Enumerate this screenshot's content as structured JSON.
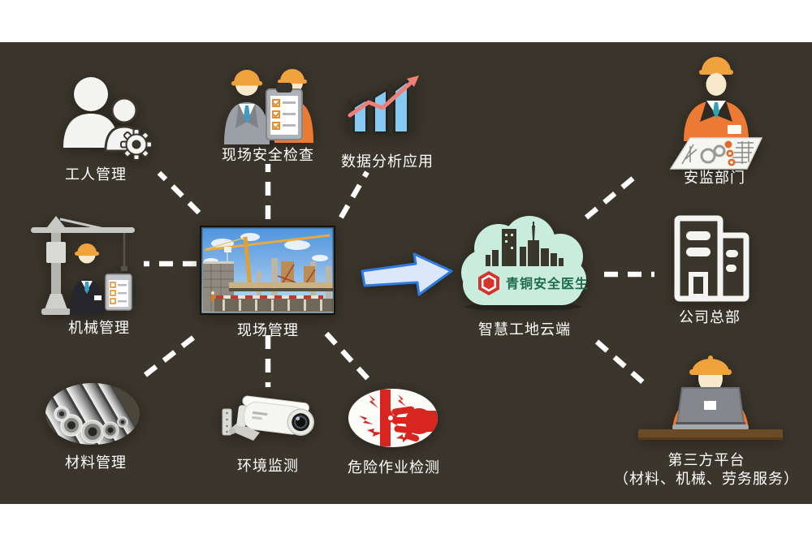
{
  "palette": {
    "background": "#3b362c",
    "margin_band": "#ffffff",
    "connector_dash": "#ffffff",
    "label_text": "#ffffff",
    "arrow_fill": "#dce8fa",
    "arrow_stroke": "#2e79e2",
    "cloud_fill": "#c9ecdc",
    "logo_red": "#d5342d",
    "logo_text_green": "#1e6b4d",
    "helmet_orange": "#f0a23c",
    "jacket_orange": "#ed7a32",
    "chart_blue": "#86c9f1",
    "trend_red": "#ef8078",
    "hazard_red": "#d8251f"
  },
  "icons": [
    "workers-gear-icon",
    "safety-inspectors-icon",
    "bar-chart-trend-icon",
    "inspector-blueprint-icon",
    "tower-crane-worker-icon",
    "construction-site-photo",
    "flow-arrow-icon",
    "cloud-skyline-icon",
    "brand-hexagon-icon",
    "office-buildings-icon",
    "worker-laptop-icon",
    "steel-pipes-photo",
    "cctv-camera-photo",
    "electric-hazard-sign-icon"
  ],
  "center_node": {
    "label": "现场管理"
  },
  "cloud_node": {
    "label": "智慧工地云端",
    "logo_text": "青铜安全医生"
  },
  "left_nodes": {
    "worker_mgmt": {
      "label": "工人管理"
    },
    "site_inspection": {
      "label": "现场安全检查"
    },
    "data_analysis": {
      "label": "数据分析应用"
    },
    "machinery_mgmt": {
      "label": "机械管理"
    },
    "material_mgmt": {
      "label": "材料管理"
    },
    "env_monitoring": {
      "label": "环境监测"
    },
    "hazard_detection": {
      "label": "危险作业检测"
    }
  },
  "right_nodes": {
    "safety_dept": {
      "label": "安监部门"
    },
    "hq": {
      "label": "公司总部"
    },
    "third_party": {
      "label_line1": "第三方平台",
      "label_line2": "（材料、机械、劳务服务）"
    }
  }
}
